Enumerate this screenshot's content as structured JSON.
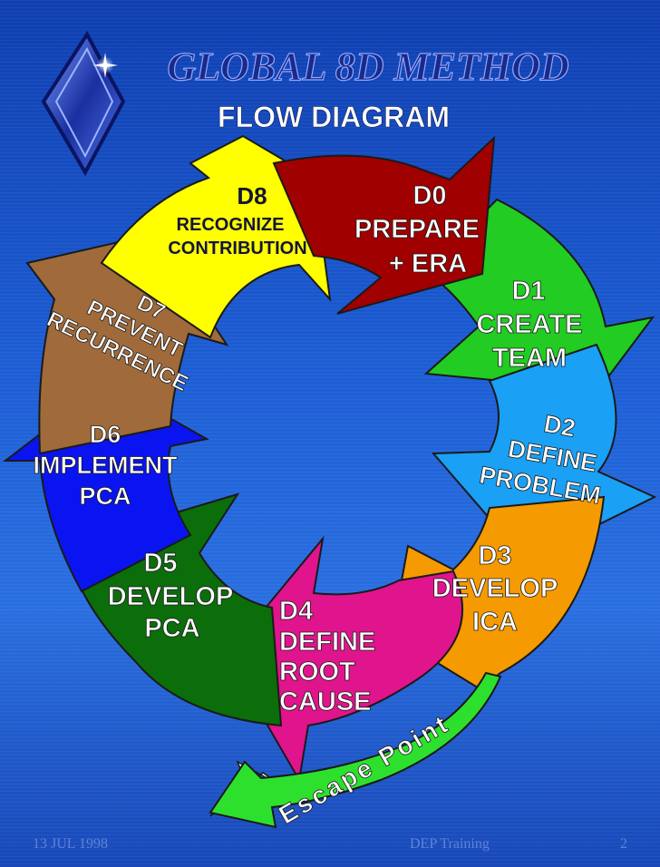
{
  "title": "GLOBAL 8D METHOD",
  "subtitle": "FLOW DIAGRAM",
  "steps": {
    "d0": {
      "line1": "D0",
      "line2": "PREPARE",
      "line3": "+ ERA",
      "color": "#a00000"
    },
    "d1": {
      "line1": "D1",
      "line2": "CREATE",
      "line3": "TEAM",
      "color": "#22cc22"
    },
    "d2": {
      "line1": "D2",
      "line2": "DEFINE",
      "line3": "PROBLEM",
      "color": "#1aa0f5"
    },
    "d3": {
      "line1": "D3",
      "line2": "DEVELOP",
      "line3": "ICA",
      "color": "#f59a00"
    },
    "d4": {
      "line1": "D4",
      "line2": "DEFINE",
      "line3": "ROOT",
      "line4": "CAUSE",
      "color": "#e0148c"
    },
    "d5": {
      "line1": "D5",
      "line2": "DEVELOP",
      "line3": "PCA",
      "color": "#0b6e0b"
    },
    "d6": {
      "line1": "D6",
      "line2": "IMPLEMENT",
      "line3": "PCA",
      "color": "#0a14f0"
    },
    "d7": {
      "line1": "D7",
      "line2": "PREVENT",
      "line3": "RECURRENCE",
      "color": "#a06a3a"
    },
    "d8": {
      "line1": "D8",
      "line2": "RECOGNIZE",
      "line3": "CONTRIBUTION",
      "color": "#ffff00"
    }
  },
  "escape": {
    "label": "Escape Point",
    "color": "#2ee02e"
  },
  "footer": {
    "date": "13 JUL 1998",
    "center": "DEP Training",
    "page": "2"
  }
}
